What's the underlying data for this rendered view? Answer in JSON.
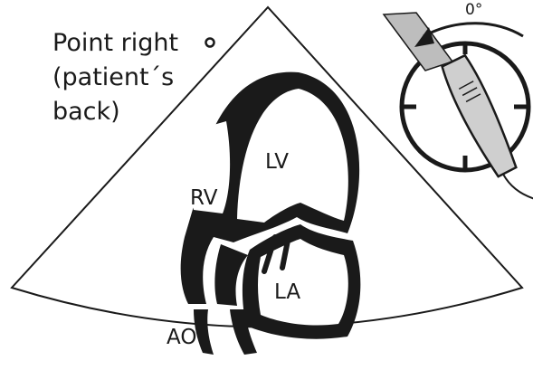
{
  "instruction": {
    "line1": "Point right",
    "line2": "(patient´s",
    "line3": "back)"
  },
  "labels": {
    "rv": "RV",
    "lv": "LV",
    "la": "LA",
    "ao": "AO"
  },
  "probe_angle": "0°",
  "icons": {
    "orientation_marker": "hollow-circle-dot",
    "probe": "ultrasound-probe",
    "dial": "clock-dial-with-ticks"
  },
  "colors": {
    "ink": "#1a1a1a",
    "background": "#ffffff",
    "probe_fill": "#cfcfcf",
    "beam_fill": "#bdbdbd"
  }
}
